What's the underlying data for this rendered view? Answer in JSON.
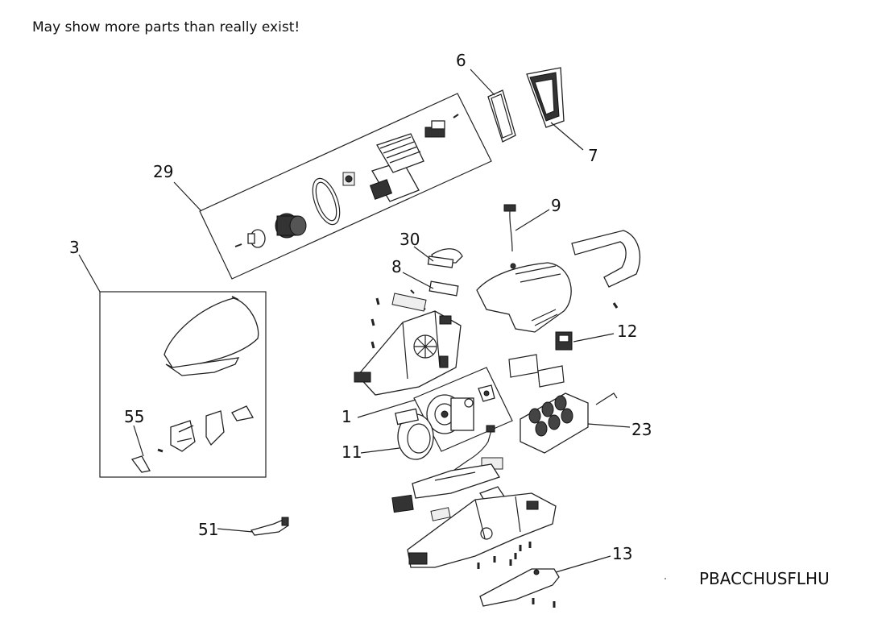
{
  "header": {
    "note": "May show more parts than really exist!"
  },
  "footer": {
    "model_code": "PBACCHUSFLHU"
  },
  "callouts": [
    {
      "id": "c6",
      "label": "6"
    },
    {
      "id": "c7",
      "label": "7"
    },
    {
      "id": "c29",
      "label": "29"
    },
    {
      "id": "c9",
      "label": "9"
    },
    {
      "id": "c3",
      "label": "3"
    },
    {
      "id": "c30",
      "label": "30"
    },
    {
      "id": "c8",
      "label": "8"
    },
    {
      "id": "c12",
      "label": "12"
    },
    {
      "id": "c55",
      "label": "55"
    },
    {
      "id": "c1",
      "label": "1"
    },
    {
      "id": "c11",
      "label": "11"
    },
    {
      "id": "c23",
      "label": "23"
    },
    {
      "id": "c51",
      "label": "51"
    },
    {
      "id": "c13",
      "label": "13"
    }
  ]
}
